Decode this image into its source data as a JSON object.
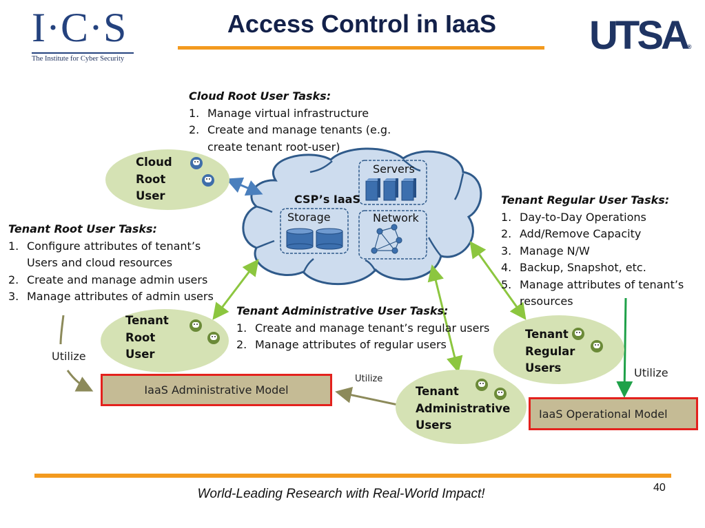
{
  "header": {
    "title": "Access Control in IaaS",
    "left_logo": {
      "letters": "I·C·S",
      "subtitle": "The Institute for Cyber Security"
    },
    "right_logo": {
      "text": "UTSA",
      "mark": "®"
    }
  },
  "cloud": {
    "title": "CSP’s IaaS",
    "resources": [
      {
        "label": "Servers",
        "icon": "server-icon",
        "count": 3
      },
      {
        "label": "Storage",
        "icon": "database-icon",
        "count": 2
      },
      {
        "label": "Network",
        "icon": "network-graph-icon"
      }
    ]
  },
  "actors": [
    {
      "id": "cloud-root-user",
      "lines": [
        "Cloud",
        "Root",
        "User"
      ],
      "icon_color": "#3f6eaa"
    },
    {
      "id": "tenant-root-user",
      "lines": [
        "Tenant",
        "Root",
        "User"
      ],
      "icon_color": "#6b8a38"
    },
    {
      "id": "tenant-administrative-users",
      "lines": [
        "Tenant",
        "Administrative",
        "Users"
      ],
      "icon_color": "#6b8a38"
    },
    {
      "id": "tenant-regular-users",
      "lines": [
        "Tenant",
        "Regular",
        "Users"
      ],
      "icon_color": "#6b8a38"
    }
  ],
  "task_lists": {
    "cloud_root": {
      "heading": "Cloud Root User Tasks:",
      "items": [
        "Manage virtual infrastructure",
        "Create and manage tenants (e.g. create tenant root-user)"
      ]
    },
    "tenant_root": {
      "heading": "Tenant Root User Tasks:",
      "items": [
        "Configure attributes of tenant’s Users and cloud resources",
        "Create and manage admin users",
        "Manage attributes of admin users"
      ]
    },
    "tenant_admin": {
      "heading": "Tenant Administrative User Tasks:",
      "items": [
        "Create and manage tenant’s regular users",
        "Manage attributes of regular users"
      ]
    },
    "tenant_regular": {
      "heading": "Tenant Regular User Tasks:",
      "items": [
        "Day-to-Day Operations",
        "Add/Remove Capacity",
        "Manage N/W",
        "Backup, Snapshot, etc.",
        "Manage attributes of tenant’s resources"
      ]
    }
  },
  "models": {
    "administrative": "IaaS Administrative Model",
    "operational": "IaaS Operational Model"
  },
  "relations": {
    "utilize_label": "Utilize"
  },
  "colors": {
    "accent_orange": "#f39a1e",
    "title_navy": "#13214a",
    "cloud_fill": "#cddcee",
    "cloud_stroke": "#2f5a8a",
    "actor_fill": "#d5e2b4",
    "model_fill": "#c5bb95",
    "model_border": "#e3211d",
    "arrow_green": "#8cc63f",
    "arrow_dark_green": "#1fa149",
    "arrow_olive": "#8c8a5a",
    "arrow_blue": "#4a7fbd"
  },
  "footer": {
    "tagline": "World-Leading Research with Real-World Impact!",
    "page_number": "40"
  }
}
